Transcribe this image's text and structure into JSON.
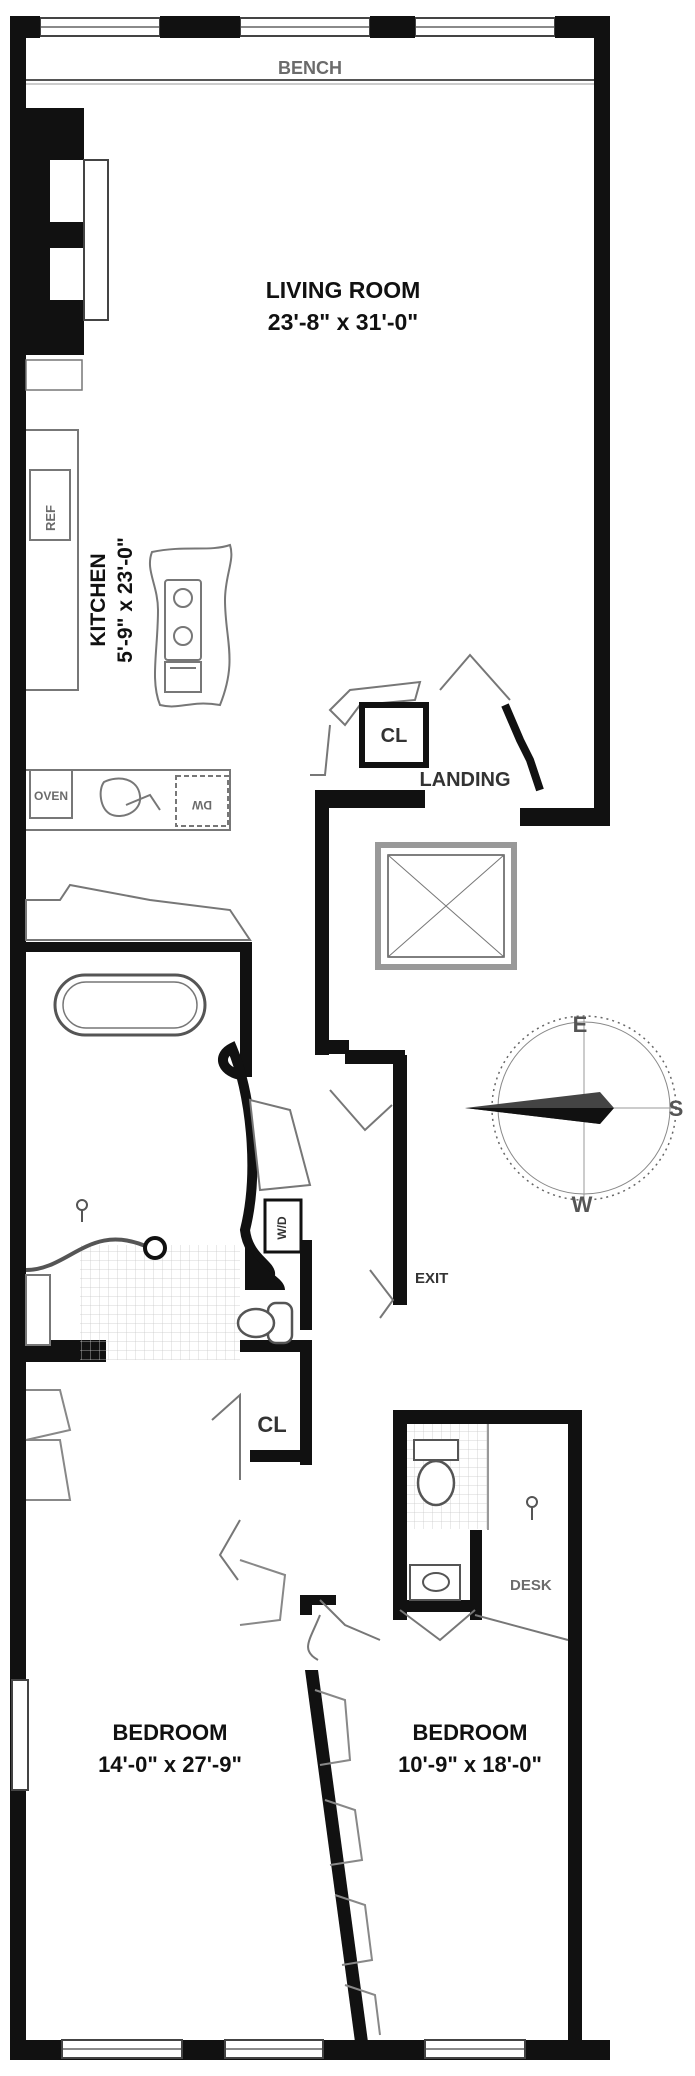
{
  "labels": {
    "bench": "BENCH",
    "living_room": {
      "name": "LIVING ROOM",
      "dims": "23'-8\" x 31'-0\""
    },
    "kitchen": {
      "name": "KITCHEN",
      "dims": "5'-9\" x 23'-0\""
    },
    "ref": "REF",
    "oven": "OVEN",
    "dw": "DW",
    "landing": "LANDING",
    "closet_upper": "CL",
    "closet_lower": "CL",
    "wd": "W/D",
    "exit": "EXIT",
    "desk": "DESK",
    "bedroom_left": {
      "name": "BEDROOM",
      "dims": "14'-0\" x 27'-9\""
    },
    "bedroom_right": {
      "name": "BEDROOM",
      "dims": "10'-9\" x 18'-0\""
    }
  },
  "compass": {
    "n": "E",
    "e": "S",
    "s": "W"
  }
}
